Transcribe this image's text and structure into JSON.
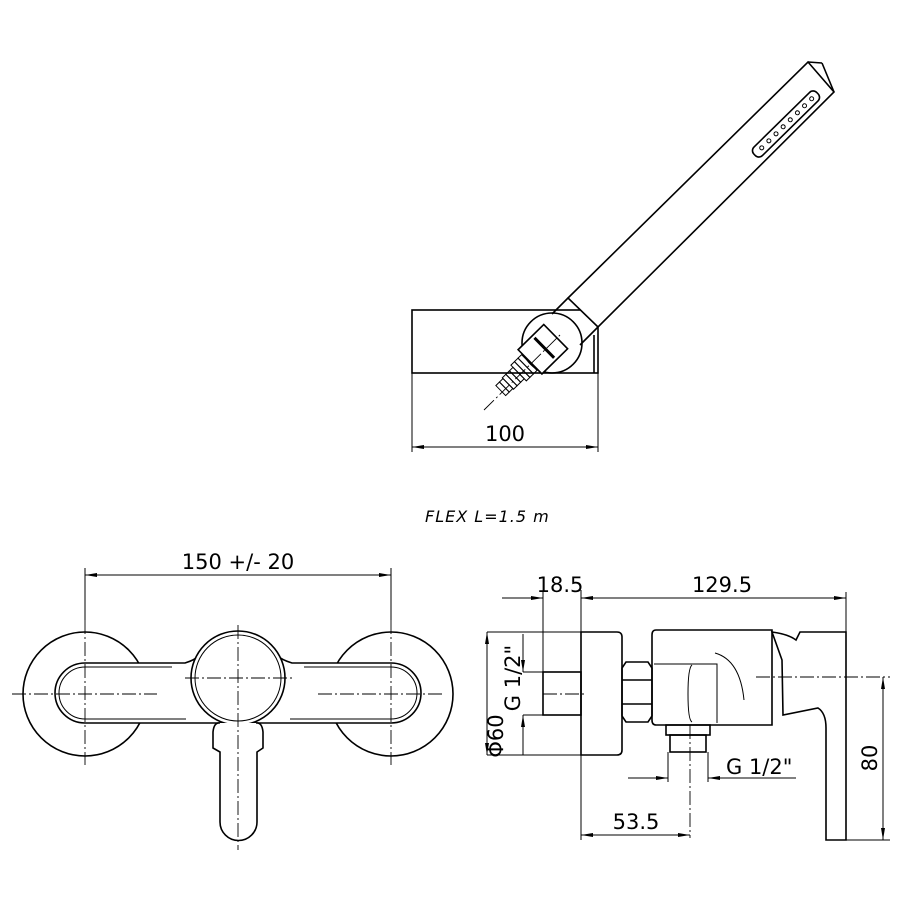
{
  "top_view": {
    "width_dim": "100",
    "hose_note": "FLEX L=1.5 m"
  },
  "front_view": {
    "spacing_dim": "150 +/- 20"
  },
  "side_view": {
    "depth_dim_1": "18.5",
    "depth_dim_2": "129.5",
    "diameter_dim": "Φ60",
    "inlet_thread": "G 1/2\"",
    "outlet_thread": "G 1/2\"",
    "outlet_offset_dim": "53.5",
    "height_dim": "80"
  }
}
